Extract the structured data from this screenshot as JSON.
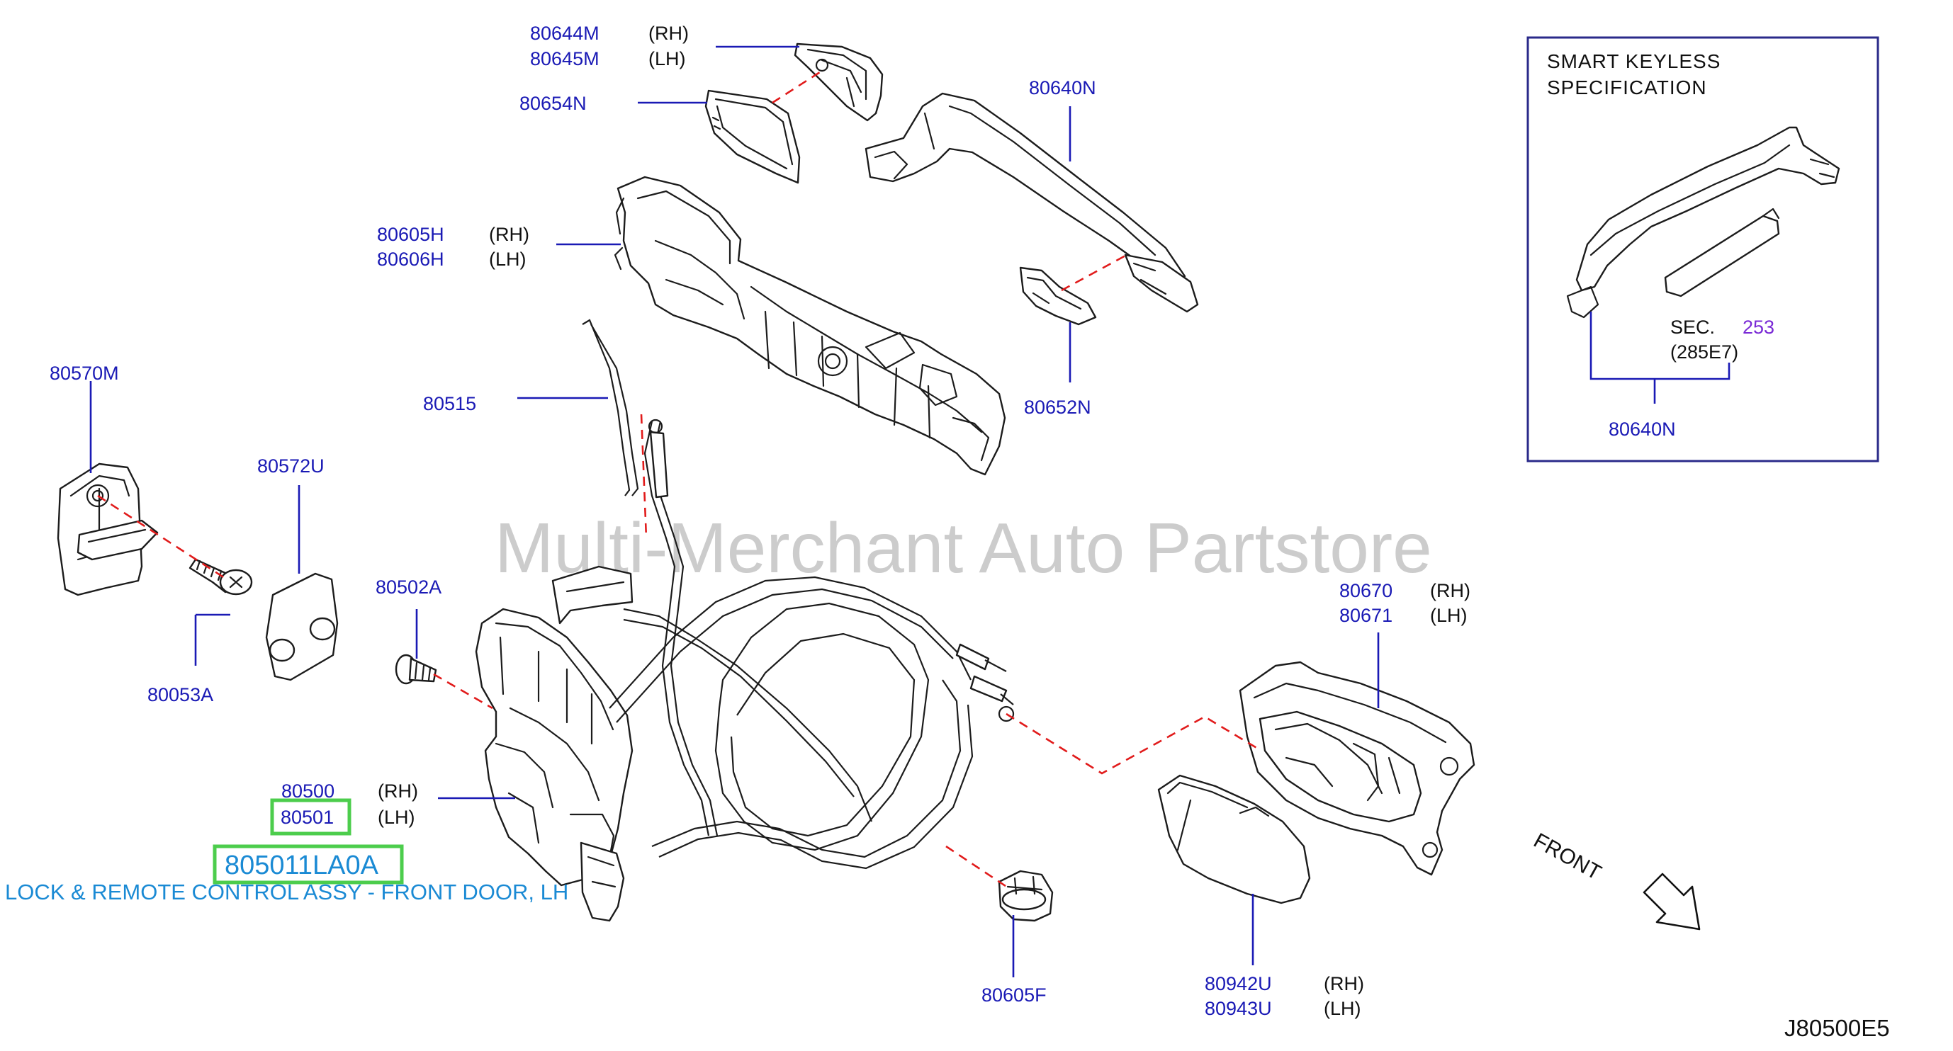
{
  "watermark": "Multi-Merchant Auto Partstore",
  "diagram_id": "J80500E5",
  "front_label": "FRONT",
  "inset": {
    "title_line1": "SMART   KEYLESS",
    "title_line2": "SPECIFICATION",
    "sec_label": "SEC.",
    "sec_number": "253",
    "sec_code": "(285E7)",
    "part_number": "80640N"
  },
  "highlight": {
    "part_number": "80501",
    "full_code": "805011LA0A",
    "description": "LOCK & REMOTE CONTROL ASSY - FRONT DOOR, LH"
  },
  "labels": [
    {
      "id": "80644M",
      "text": "80644M",
      "side": "(RH)"
    },
    {
      "id": "80645M",
      "text": "80645M",
      "side": "(LH)"
    },
    {
      "id": "80654N",
      "text": "80654N"
    },
    {
      "id": "80640N",
      "text": "80640N"
    },
    {
      "id": "80605H",
      "text": "80605H",
      "side": "(RH)"
    },
    {
      "id": "80606H",
      "text": "80606H",
      "side": "(LH)"
    },
    {
      "id": "80652N",
      "text": "80652N"
    },
    {
      "id": "80570M",
      "text": "80570M"
    },
    {
      "id": "80515",
      "text": "80515"
    },
    {
      "id": "80572U",
      "text": "80572U"
    },
    {
      "id": "80502A",
      "text": "80502A"
    },
    {
      "id": "80053A",
      "text": "80053A"
    },
    {
      "id": "80500",
      "text": "80500",
      "side": "(RH)"
    },
    {
      "id": "80501",
      "text": "80501",
      "side": "(LH)"
    },
    {
      "id": "80670",
      "text": "80670",
      "side": "(RH)"
    },
    {
      "id": "80671",
      "text": "80671",
      "side": "(LH)"
    },
    {
      "id": "80605F",
      "text": "80605F"
    },
    {
      "id": "80942U",
      "text": "80942U",
      "side": "(RH)"
    },
    {
      "id": "80943U",
      "text": "80943U",
      "side": "(LH)"
    }
  ]
}
